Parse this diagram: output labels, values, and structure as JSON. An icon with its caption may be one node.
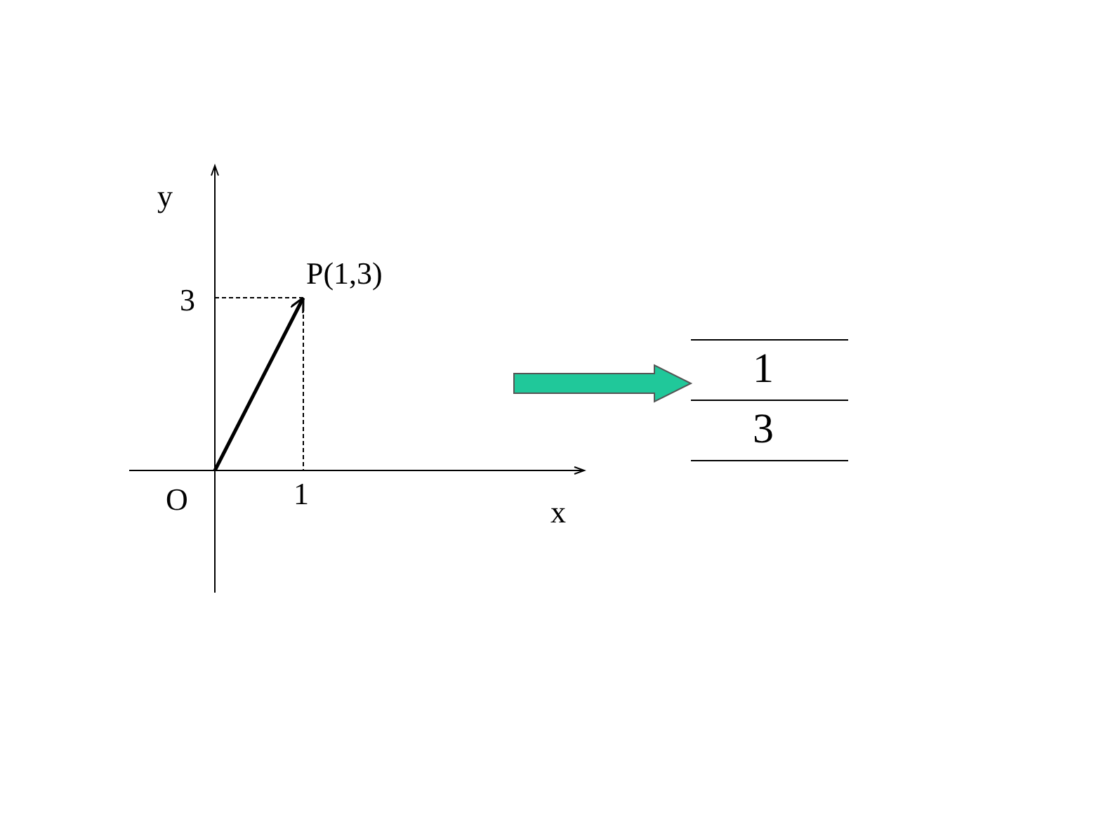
{
  "diagram": {
    "nodes": [
      {
        "text": [
          "O"
        ]
      },
      {
        "text": [
          "P(1,3)"
        ]
      },
      {
        "text": [
          "1",
          "3"
        ]
      }
    ],
    "edges": [
      {
        "from": 0,
        "to": 1,
        "arrow": "to"
      },
      {
        "from": null,
        "to": 2,
        "arrow": "to",
        "color": "#20c89a"
      }
    ],
    "labels": [
      "y",
      "3",
      "1",
      "x"
    ]
  }
}
